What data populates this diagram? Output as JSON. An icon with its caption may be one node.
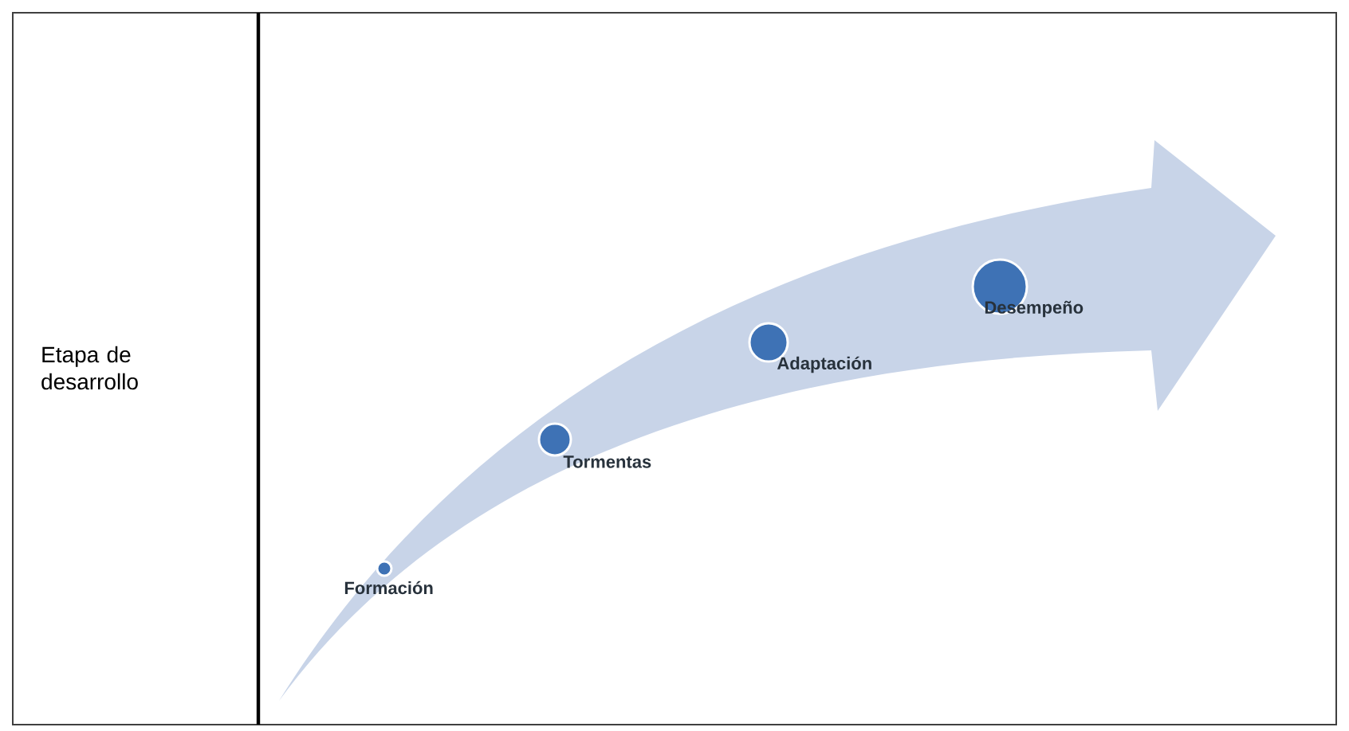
{
  "diagram": {
    "nodes": [
      {
        "text": [],
        "shape": "circle",
        "beside": [
          "Formación"
        ]
      },
      {
        "text": [],
        "shape": "circle",
        "beside": [
          "Tormentas"
        ]
      },
      {
        "text": [],
        "shape": "circle",
        "beside": [
          "Adaptación"
        ]
      },
      {
        "text": [],
        "shape": "circle",
        "beside": [
          "Desempeño"
        ]
      }
    ],
    "labels": [
      "Etapa de desarrollo"
    ]
  }
}
